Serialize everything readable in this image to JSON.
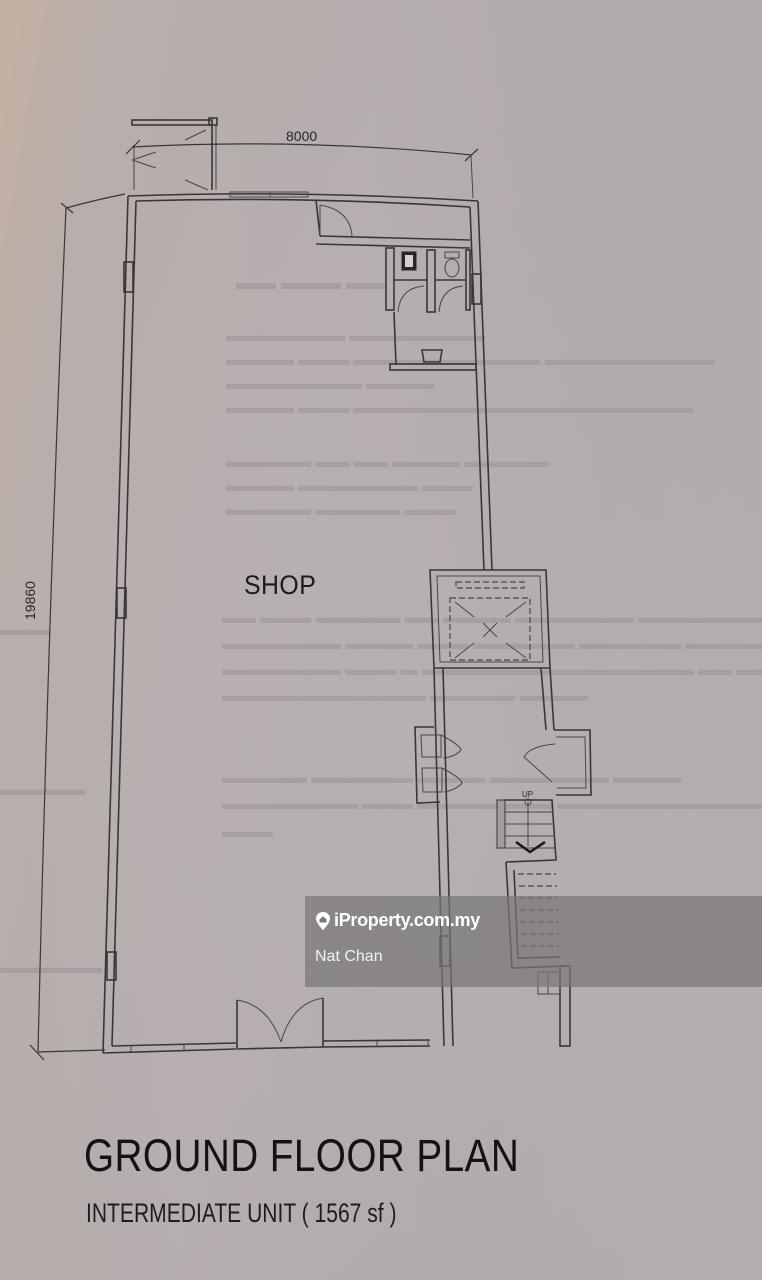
{
  "plan": {
    "title": "GROUND FLOOR PLAN",
    "subtitle": "INTERMEDIATE UNIT ( 1567 sf )",
    "room_label": "SHOP",
    "dimensions": {
      "width": "8000",
      "depth": "19860"
    },
    "stair_label": "UP"
  },
  "watermark": {
    "brand": "iProperty.com.my",
    "icon": "location-pin-house-icon",
    "agent": "Nat Chan",
    "background": "#7a787c",
    "text_color": "#ffffff"
  },
  "colors": {
    "paper": "#b5adae",
    "ink": "#3a3638"
  }
}
